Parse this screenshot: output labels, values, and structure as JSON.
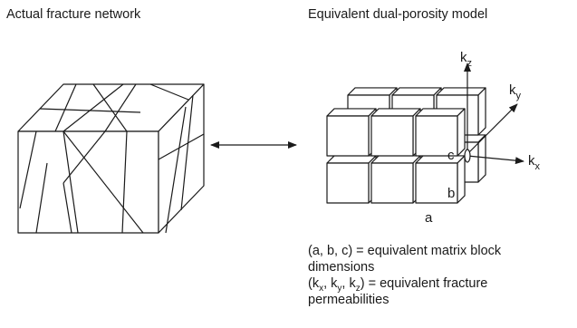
{
  "titles": {
    "left": "Actual fracture network",
    "right": "Equivalent dual-porosity model"
  },
  "axes": {
    "kz": {
      "base": "k",
      "sub": "z"
    },
    "ky": {
      "base": "k",
      "sub": "y"
    },
    "kx": {
      "base": "k",
      "sub": "x"
    }
  },
  "block_labels": {
    "a": "a",
    "b": "b",
    "c": "c"
  },
  "notes": {
    "line1": "(a, b, c) = equivalent matrix block",
    "line2": "dimensions",
    "line3": {
      "open": "(k",
      "sx": "x",
      "mid1": ", k",
      "sy": "y",
      "mid2": ", k",
      "sz": "z",
      "rest": ") = equivalent fracture"
    },
    "line4": "permeabilities"
  },
  "colors": {
    "stroke": "#1a1a1a",
    "background": "#ffffff"
  }
}
